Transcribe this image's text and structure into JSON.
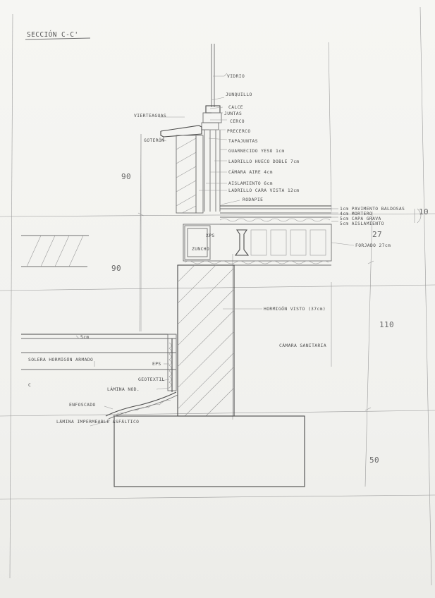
{
  "title": "SECCIÓN C-C'",
  "labels": {
    "vidrio": "VIDRIO",
    "junquillo": "JUNQUILLO",
    "calce": "CALCE",
    "juntas": "JUNTAS",
    "cerco": "CERCO",
    "precerco": "PRECERCO",
    "tapajuntas": "TAPAJUNTAS",
    "vierteaguas": "VIERTEAGUAS",
    "goterón": "GOTERÓN",
    "guarnecido": "GUARNECIDO YESO 1cm",
    "ladrillo_hueco": "LADRILLO HUECO DOBLE 7cm",
    "camara_aire": "CÁMARA AIRE 4cm",
    "aislamiento": "AISLAMIENTO 6cm",
    "ladrillo_cv": "LADRILLO CARA VISTA 12cm",
    "rodapie": "RODAPIE",
    "pavimento": "1cm PAVIMENTO BALDOSAS",
    "mortero": "4cm MORTERO",
    "capa_grava": "5cm CAPA GRAVA",
    "aislamiento_5": "5cm AISLAMIENTO",
    "xps": "XPS",
    "zuncho": "ZUNCHO",
    "forjado": "FORJADO 27cm",
    "hormigon": "HORMIGÓN VISTO (37cm)",
    "camara_sanitaria": "CÁMARA SANITARIA",
    "solera": "SOLERA HORMIGÓN ARMADO",
    "eps": "EPS",
    "geotextil": "GEOTEXTIL",
    "lamina_nodular": "LÁMINA NOD.",
    "enfoscado": "ENFOSCADO",
    "lamina_imper": "LÁMINA IMPERMEABLE ASFÁLTICO",
    "dim_90a": "90",
    "dim_90b": "90",
    "dim_10": "10",
    "dim_27": "27",
    "dim_110": "110",
    "dim_50": "50",
    "dim_5cm": "5cm",
    "dim_c": "C"
  }
}
